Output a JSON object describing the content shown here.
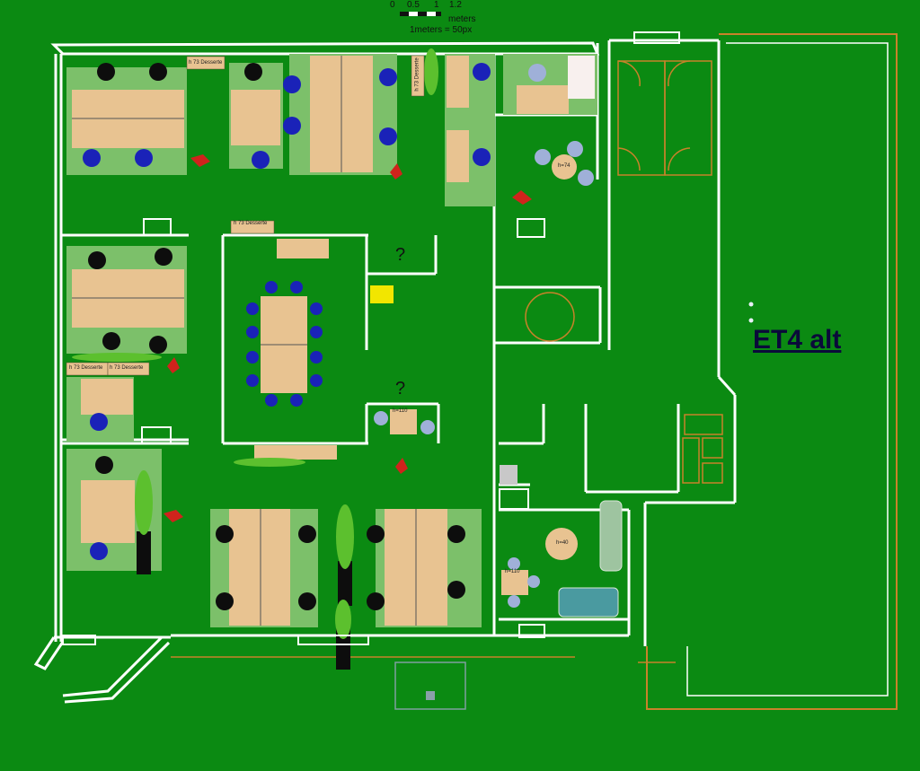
{
  "scale": {
    "ticks": [
      "0",
      "0.5",
      "1",
      "1.2"
    ],
    "unit": "meters",
    "ratio": "1meters = 50px"
  },
  "title": "ET4 alt",
  "question_marks": [
    "?",
    "?"
  ],
  "desserte_labels": [
    "h 73 Desserte",
    "h 73 Desserte",
    "h 73 Desserte",
    "h 73 Desserte",
    "h 73 Desserte"
  ],
  "table_labels": [
    "h=74",
    "h=110",
    "h=40",
    "h=110"
  ],
  "colors": {
    "floor": "#0b8a12",
    "wall": "#ffffff",
    "zone": "#7cc06a",
    "desk": "#e8c391",
    "chair_blue": "#1a22b8",
    "chair_black": "#0d0d0d",
    "outline_orange": "#c8822a",
    "sticky": "#f2e600",
    "extinguisher": "#d0231c"
  }
}
